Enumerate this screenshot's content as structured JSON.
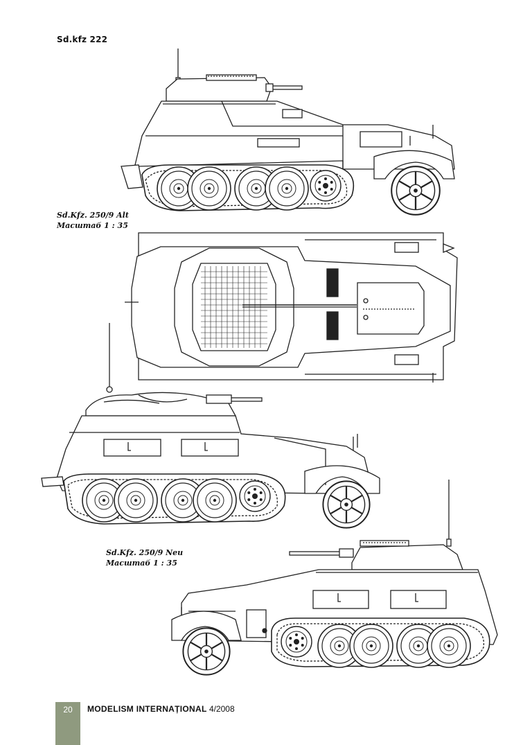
{
  "header": {
    "title": "Sd.kfz 222"
  },
  "captions": [
    {
      "line1": "Sd.Kfz. 250/9 Alt",
      "line2": "Масштаб 1 : 35"
    },
    {
      "line1": "Sd.Kfz. 250/9 Neu",
      "line2": "Масштаб 1 : 35"
    }
  ],
  "footer": {
    "page_number": "20",
    "magazine": "MODELISM INTERNAȚIONAL",
    "issue": "4/2008"
  },
  "colors": {
    "page_bar": "#8f9a7f",
    "line": "#222222"
  }
}
